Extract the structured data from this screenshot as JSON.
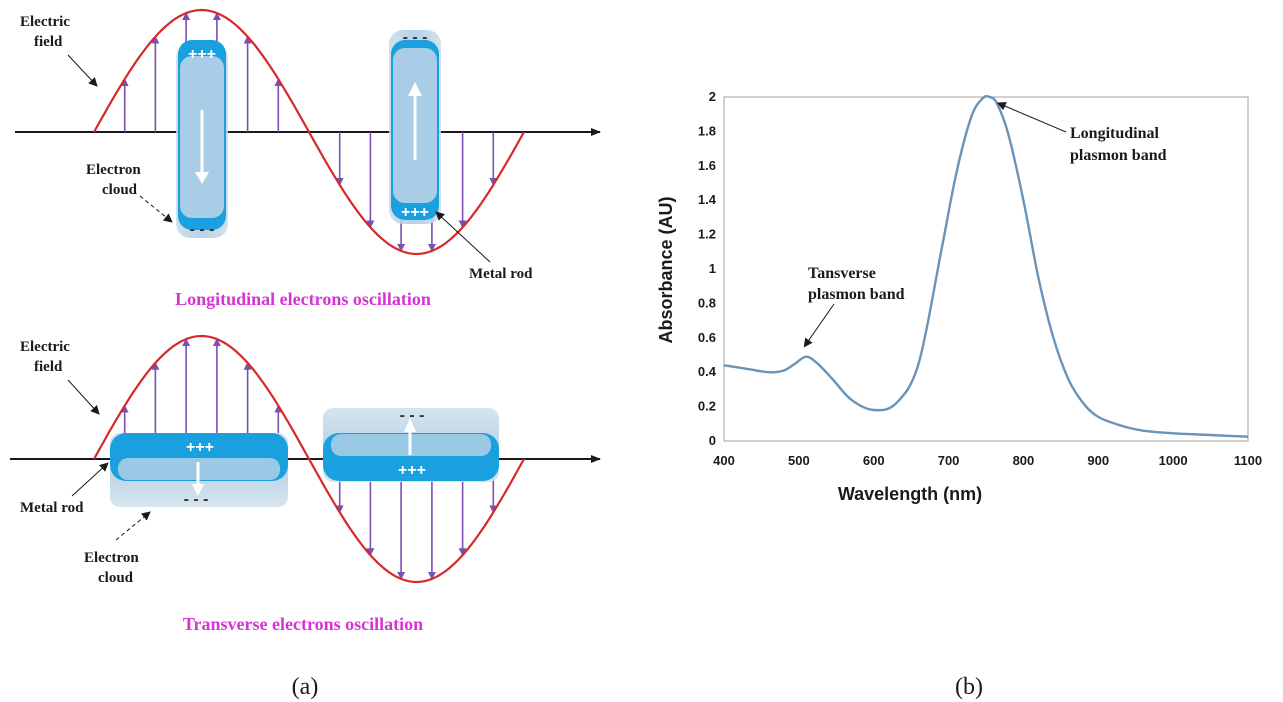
{
  "panel_a": {
    "longitudinal": {
      "electric_field_line1": "Electric",
      "electric_field_line2": "field",
      "electron_cloud_line1": "Electron",
      "electron_cloud_line2": "cloud",
      "metal_rod": "Metal rod",
      "caption": "Longitudinal electrons oscillation",
      "plus_charge": "+++",
      "minus_charge": "- - -"
    },
    "transverse": {
      "electric_field_line1": "Electric",
      "electric_field_line2": "field",
      "metal_rod": "Metal rod",
      "electron_cloud_line1": "Electron",
      "electron_cloud_line2": "cloud",
      "caption": "Transverse electrons oscillation",
      "plus_charge": "+++",
      "minus_charge": "- - -"
    },
    "label": "(a)",
    "colors": {
      "wave": "#d42a2a",
      "arrows": "#7a4fb0",
      "rod": "#1aa0de",
      "cloud": "#a8c8e0"
    }
  },
  "panel_b": {
    "label": "(b)"
  },
  "chart_data": {
    "type": "line",
    "title": "",
    "xlabel": "Wavelength (nm)",
    "ylabel": "Absorbance (AU)",
    "xlim": [
      400,
      1100
    ],
    "ylim": [
      0,
      2
    ],
    "xticks": [
      400,
      500,
      600,
      700,
      800,
      900,
      1000,
      1100
    ],
    "yticks": [
      0,
      0.2,
      0.4,
      0.6,
      0.8,
      1,
      1.2,
      1.4,
      1.6,
      1.8,
      2
    ],
    "grid": false,
    "color": "#6a93b8",
    "x": [
      400,
      430,
      460,
      480,
      495,
      510,
      525,
      545,
      570,
      600,
      630,
      660,
      690,
      710,
      730,
      745,
      755,
      765,
      780,
      800,
      820,
      840,
      860,
      880,
      900,
      930,
      960,
      1000,
      1050,
      1100
    ],
    "y": [
      0.44,
      0.42,
      0.4,
      0.41,
      0.45,
      0.49,
      0.45,
      0.36,
      0.24,
      0.18,
      0.22,
      0.45,
      1.1,
      1.55,
      1.88,
      1.99,
      2.0,
      1.96,
      1.78,
      1.4,
      0.95,
      0.6,
      0.36,
      0.22,
      0.14,
      0.09,
      0.06,
      0.045,
      0.035,
      0.025
    ],
    "annotations": [
      {
        "line1": "Longitudinal",
        "line2": "plasmon band",
        "x": 755,
        "y": 2.0
      },
      {
        "line1": "Tansverse",
        "line2": "plasmon band",
        "x": 510,
        "y": 0.49
      }
    ]
  }
}
